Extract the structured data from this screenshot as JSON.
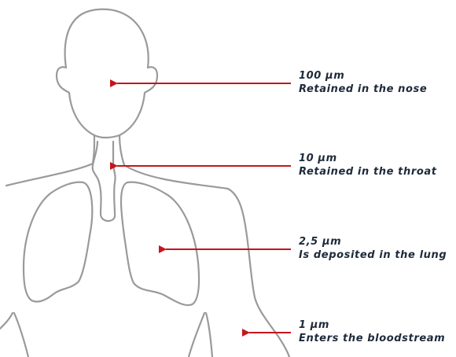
{
  "colors": {
    "arrow": "#c4161c",
    "outline": "#9a9a9a",
    "text": "#1e2a3a"
  },
  "annotations": [
    {
      "size": "100 µm",
      "effect": "Retained in the nose"
    },
    {
      "size": "10 µm",
      "effect": "Retained in the throat"
    },
    {
      "size": "2,5 µm",
      "effect": "Is deposited in the lung"
    },
    {
      "size": "1 µm",
      "effect": "Enters the bloodstream"
    }
  ]
}
